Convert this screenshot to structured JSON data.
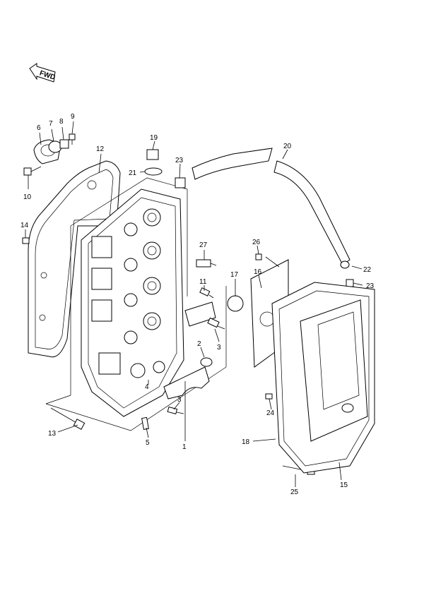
{
  "fwd_label": "FWD",
  "callouts": {
    "c1": "1",
    "c2": "2",
    "c3a": "3",
    "c3b": "3",
    "c4": "4",
    "c5": "5",
    "c6": "6",
    "c7": "7",
    "c8": "8",
    "c9": "9",
    "c10": "10",
    "c11": "11",
    "c12": "12",
    "c13": "13",
    "c14": "14",
    "c15": "15",
    "c16": "16",
    "c17": "17",
    "c18": "18",
    "c19": "19",
    "c20": "20",
    "c21": "21",
    "c22": "22",
    "c23a": "23",
    "c23b": "23",
    "c24": "24",
    "c25": "25",
    "c26": "26",
    "c27": "27"
  }
}
